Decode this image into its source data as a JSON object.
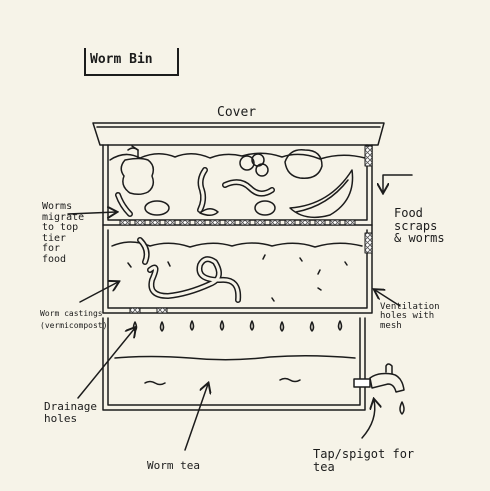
{
  "title": "Worm Bin",
  "labels": {
    "cover": "Cover",
    "food_scraps": "Food\nscraps\n& worms",
    "worms_migrate": "Worms\nmigrate\nto top\ntier\nfor\nfood",
    "worm_castings": "Worm castings\n(vermicompost)",
    "ventilation": "Ventilation\nholes with\nmesh",
    "drainage": "Drainage\nholes",
    "worm_tea": "Worm tea",
    "tap": "Tap/spigot for\ntea"
  },
  "colors": {
    "background": "#f6f3e8",
    "ink": "#1c1c1c",
    "mesh": "#777777"
  }
}
